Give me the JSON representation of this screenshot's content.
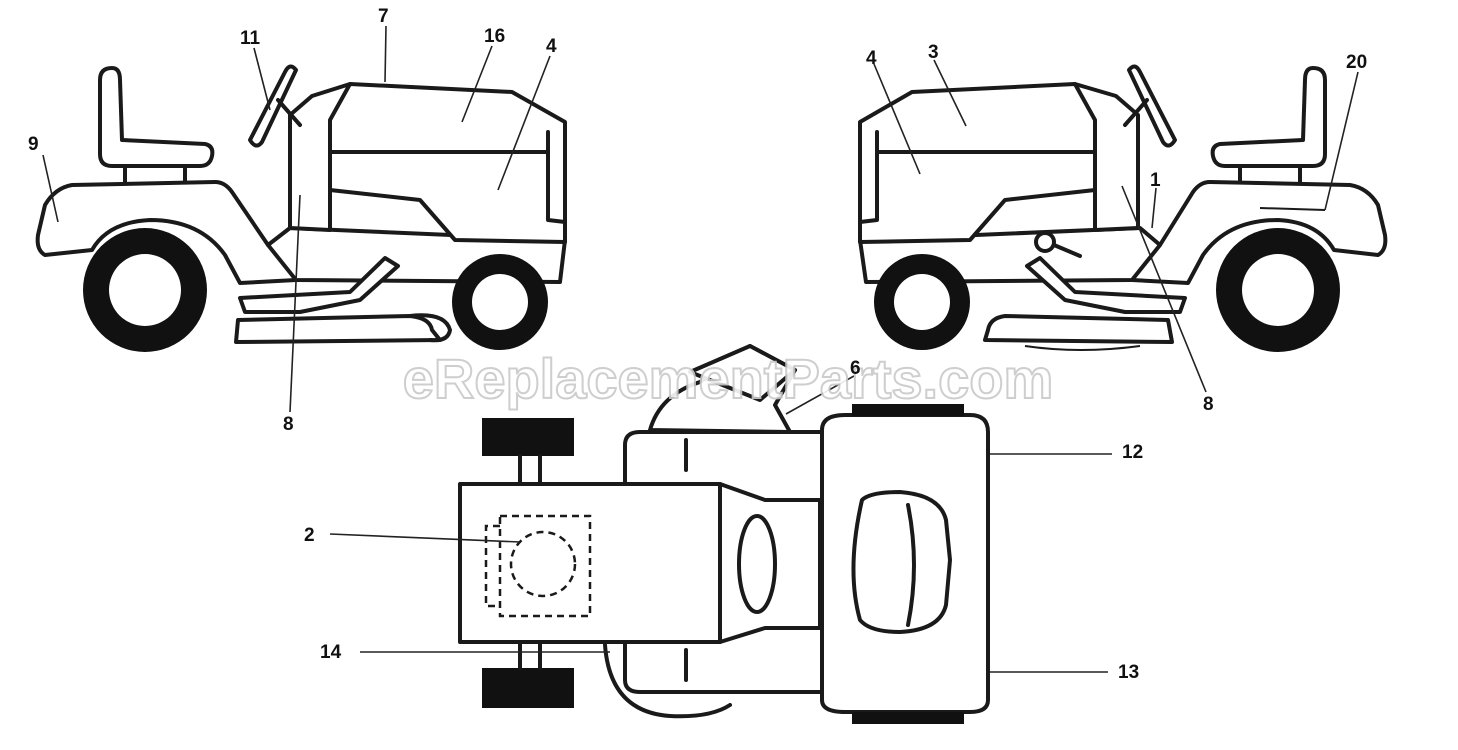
{
  "watermark": "eReplacementParts.com",
  "callouts": {
    "c1": "1",
    "c2": "2",
    "c3": "3",
    "c4_left": "4",
    "c4_right": "4",
    "c6": "6",
    "c7": "7",
    "c8_left": "8",
    "c8_right": "8",
    "c9": "9",
    "c11": "11",
    "c12": "12",
    "c13": "13",
    "c14": "14",
    "c16": "16",
    "c20": "20"
  },
  "colors": {
    "line": "#1a1a1a",
    "background": "#ffffff",
    "watermark": "#c9c9c9"
  }
}
